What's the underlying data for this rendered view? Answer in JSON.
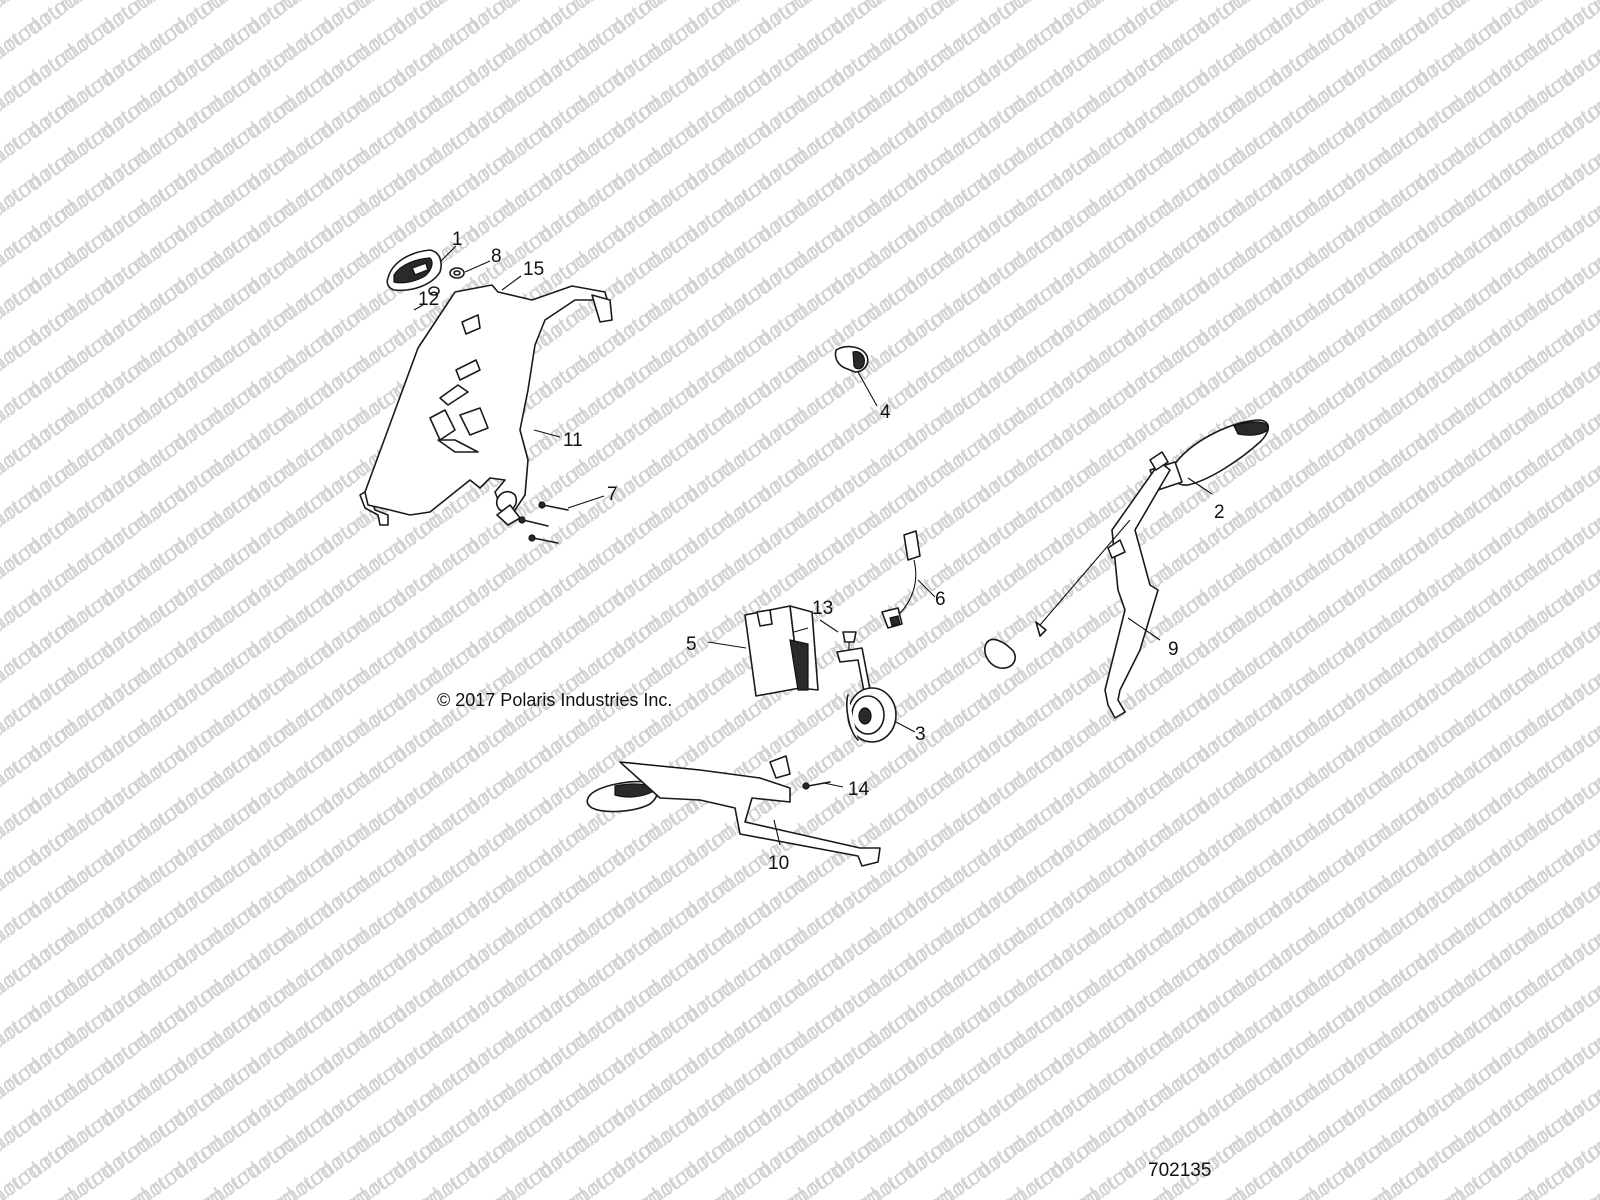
{
  "watermark": {
    "text": "motod.ru"
  },
  "copyright": "© 2017 Polaris Industries Inc.",
  "drawing_number": "702135",
  "callouts": [
    {
      "id": "1",
      "label": "1"
    },
    {
      "id": "2",
      "label": "2"
    },
    {
      "id": "3",
      "label": "3"
    },
    {
      "id": "4",
      "label": "4"
    },
    {
      "id": "5",
      "label": "5"
    },
    {
      "id": "6",
      "label": "6"
    },
    {
      "id": "7",
      "label": "7"
    },
    {
      "id": "8",
      "label": "8"
    },
    {
      "id": "9",
      "label": "9"
    },
    {
      "id": "10",
      "label": "10"
    },
    {
      "id": "11",
      "label": "11"
    },
    {
      "id": "12",
      "label": "12"
    },
    {
      "id": "13",
      "label": "13"
    },
    {
      "id": "14",
      "label": "14"
    },
    {
      "id": "15",
      "label": "15"
    }
  ]
}
